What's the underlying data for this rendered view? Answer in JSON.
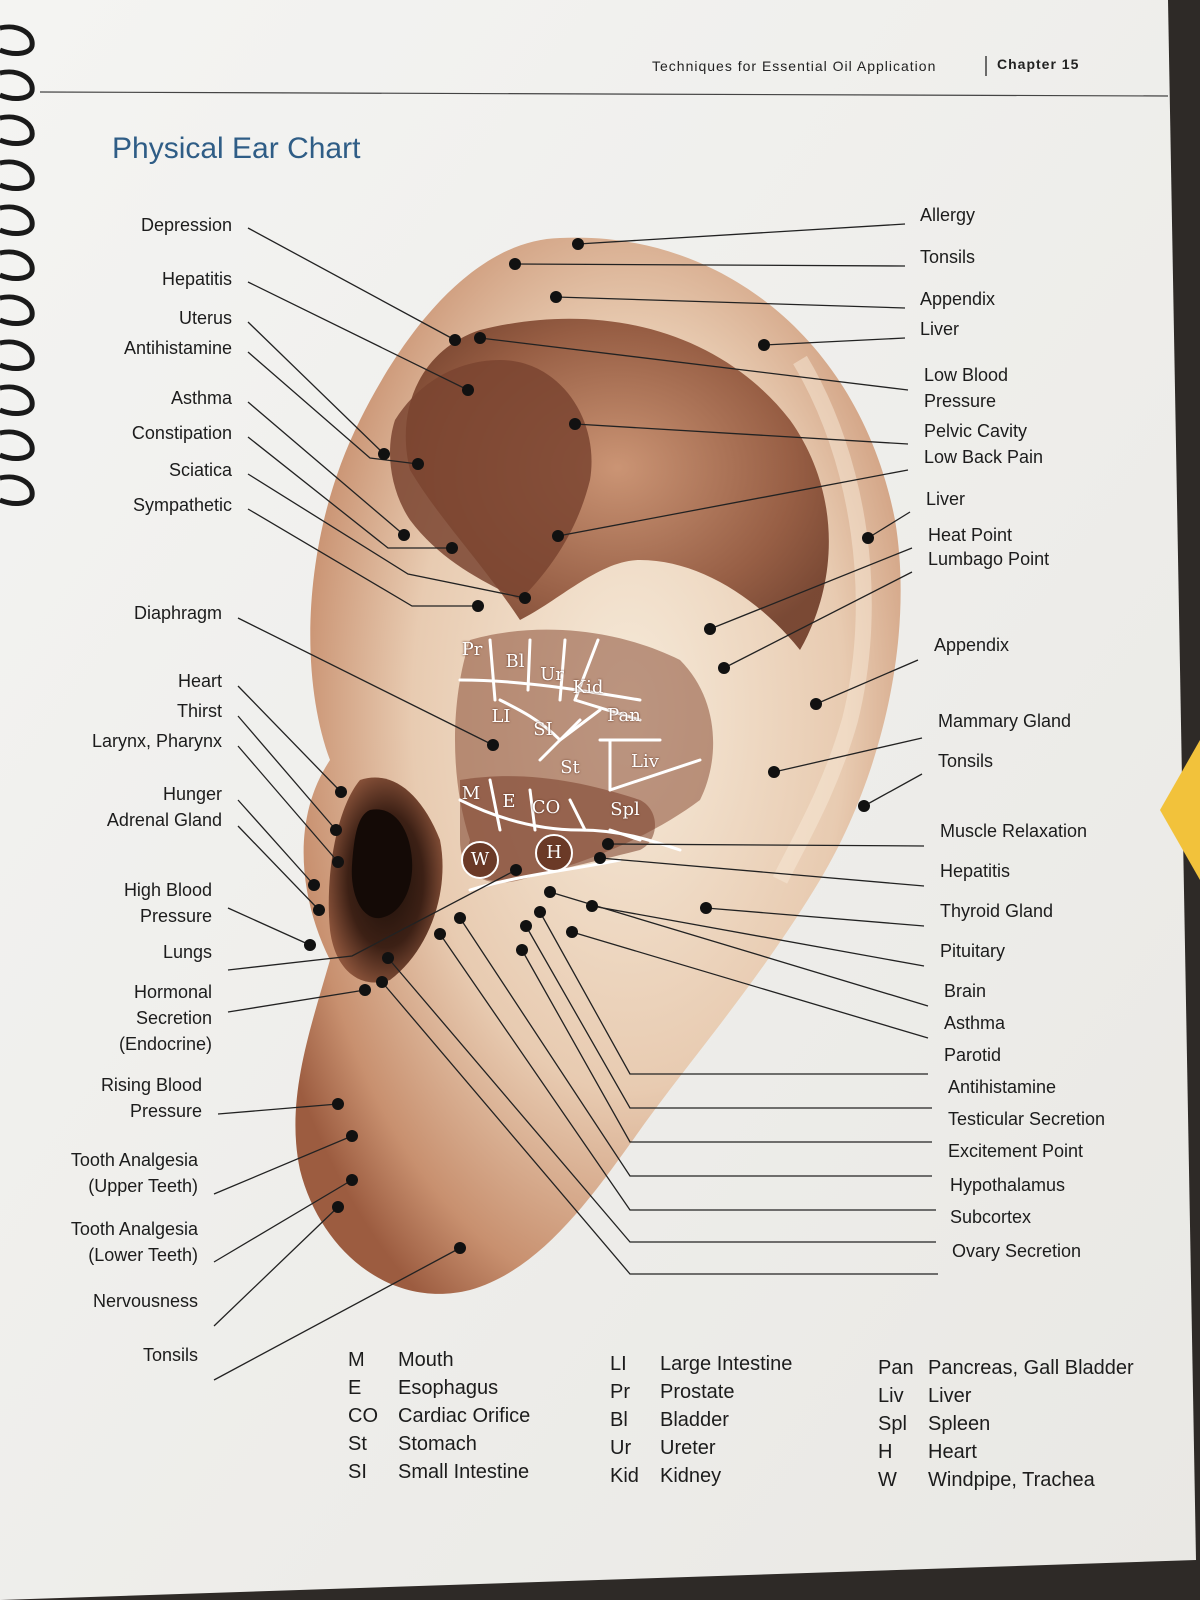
{
  "header": {
    "section": "Techniques for Essential Oil Application",
    "chapter": "Chapter 15"
  },
  "title": "Physical Ear Chart",
  "labels_left": [
    {
      "text": "Depression"
    },
    {
      "text": "Hepatitis"
    },
    {
      "text": "Uterus"
    },
    {
      "text": "Antihistamine"
    },
    {
      "text": "Asthma"
    },
    {
      "text": "Constipation"
    },
    {
      "text": "Sciatica"
    },
    {
      "text": "Sympathetic"
    },
    {
      "text": "Diaphragm"
    },
    {
      "text": "Heart"
    },
    {
      "text": "Thirst"
    },
    {
      "text": "Larynx, Pharynx"
    },
    {
      "text": "Hunger"
    },
    {
      "text": "Adrenal Gland"
    },
    {
      "text": "High Blood\nPressure"
    },
    {
      "text": "Lungs"
    },
    {
      "text": "Hormonal\nSecretion\n(Endocrine)"
    },
    {
      "text": "Rising Blood\nPressure"
    },
    {
      "text": "Tooth Analgesia\n(Upper Teeth)"
    },
    {
      "text": "Tooth Analgesia\n(Lower Teeth)"
    },
    {
      "text": "Nervousness"
    },
    {
      "text": "Tonsils"
    }
  ],
  "labels_right": [
    {
      "text": "Allergy"
    },
    {
      "text": "Tonsils"
    },
    {
      "text": "Appendix"
    },
    {
      "text": "Liver"
    },
    {
      "text": "Low Blood\nPressure"
    },
    {
      "text": "Pelvic Cavity"
    },
    {
      "text": "Low Back Pain"
    },
    {
      "text": "Liver"
    },
    {
      "text": "Heat Point"
    },
    {
      "text": "Lumbago Point"
    },
    {
      "text": "Appendix"
    },
    {
      "text": "Mammary Gland"
    },
    {
      "text": "Tonsils"
    },
    {
      "text": "Muscle Relaxation"
    },
    {
      "text": "Hepatitis"
    },
    {
      "text": "Thyroid Gland"
    },
    {
      "text": "Pituitary"
    },
    {
      "text": "Brain"
    },
    {
      "text": "Asthma"
    },
    {
      "text": "Parotid"
    },
    {
      "text": "Antihistamine"
    },
    {
      "text": "Testicular Secretion"
    },
    {
      "text": "Excitement Point"
    },
    {
      "text": "Hypothalamus"
    },
    {
      "text": "Subcortex"
    },
    {
      "text": "Ovary Secretion"
    }
  ],
  "zone_labels": [
    {
      "text": "Pr"
    },
    {
      "text": "Bl"
    },
    {
      "text": "Ur"
    },
    {
      "text": "Kid"
    },
    {
      "text": "LI"
    },
    {
      "text": "SI"
    },
    {
      "text": "Pan"
    },
    {
      "text": "St"
    },
    {
      "text": "Liv"
    },
    {
      "text": "M"
    },
    {
      "text": "E"
    },
    {
      "text": "CO"
    },
    {
      "text": "Spl"
    },
    {
      "text": "W"
    },
    {
      "text": "H"
    }
  ],
  "legend": [
    {
      "abbr": "M",
      "name": "Mouth"
    },
    {
      "abbr": "E",
      "name": "Esophagus"
    },
    {
      "abbr": "CO",
      "name": "Cardiac Orifice"
    },
    {
      "abbr": "St",
      "name": "Stomach"
    },
    {
      "abbr": "SI",
      "name": "Small Intestine"
    },
    {
      "abbr": "LI",
      "name": "Large Intestine"
    },
    {
      "abbr": "Pr",
      "name": "Prostate"
    },
    {
      "abbr": "Bl",
      "name": "Bladder"
    },
    {
      "abbr": "Ur",
      "name": "Ureter"
    },
    {
      "abbr": "Kid",
      "name": "Kidney"
    },
    {
      "abbr": "Pan",
      "name": "Pancreas, Gall Bladder"
    },
    {
      "abbr": "Liv",
      "name": "Liver"
    },
    {
      "abbr": "Spl",
      "name": "Spleen"
    },
    {
      "abbr": "H",
      "name": "Heart"
    },
    {
      "abbr": "W",
      "name": "Windpipe, Trachea"
    }
  ],
  "colors": {
    "title": "#2f5d86",
    "paper": "#f2f1ee",
    "ear_skin": "#e3c6ad",
    "ear_shadow": "#7e4a34",
    "dot": "#111111"
  },
  "icons": {
    "binding": "spiral-binding-ring-icon",
    "decor_tab": "yellow-hexagon-tab-icon"
  }
}
